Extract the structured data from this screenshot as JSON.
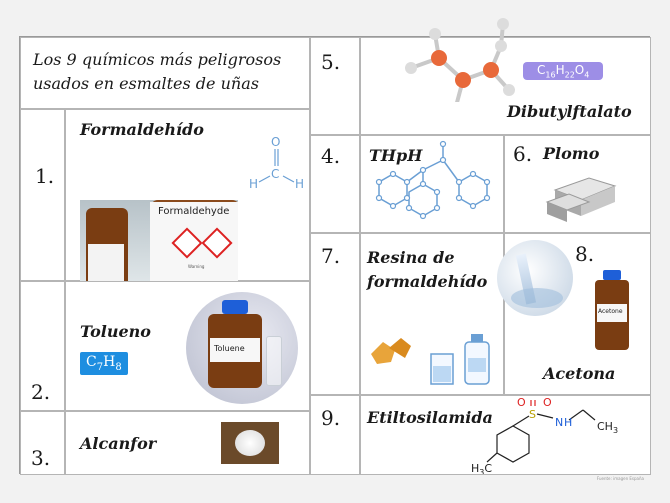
{
  "title": "Los 9 químicos más peligrosos usados en esmaltes de uñas",
  "items": [
    {
      "num": "1.",
      "name": "Formaldehído",
      "bottle_label": "Formaldehyde",
      "warning": "Warning"
    },
    {
      "num": "2.",
      "name": "Tolueno",
      "formula": {
        "c": "C",
        "c_sub": "7",
        "h": "H",
        "h_sub": "8"
      },
      "bottle_label": "Toluene"
    },
    {
      "num": "3.",
      "name": "Alcanfor"
    },
    {
      "num": "4.",
      "name": "THpH"
    },
    {
      "num": "5.",
      "name": "Dibutylftalato",
      "formula": {
        "c": "C",
        "c_sub": "16",
        "h": "H",
        "h_sub": "22",
        "o": "O",
        "o_sub": "4"
      }
    },
    {
      "num": "6.",
      "name": "Plomo"
    },
    {
      "num": "7.",
      "name": "Resina de formaldehído"
    },
    {
      "num": "8.",
      "name": "Acetona",
      "bottle_label": "Acetone"
    },
    {
      "num": "9.",
      "name": "Etiltosilamida",
      "structure": {
        "o1": "O",
        "s": "S",
        "o2": "O",
        "n": "N",
        "h": "H",
        "ch3": "CH",
        "ch3_sub": "3",
        "h3c": "H",
        "h3c_sub": "3",
        "h3c_c": "C"
      }
    }
  ],
  "formaldehyde_structure": {
    "o": "O",
    "c": "C",
    "h1": "H",
    "h2": "H"
  },
  "credit": "Fuente: imagen Espaňa",
  "colors": {
    "badge_blue": "#1e8ee0",
    "pill_purple": "#9d8ee6",
    "molecule_blue": "#6a9fd4",
    "atom_orange": "#e8693a"
  }
}
